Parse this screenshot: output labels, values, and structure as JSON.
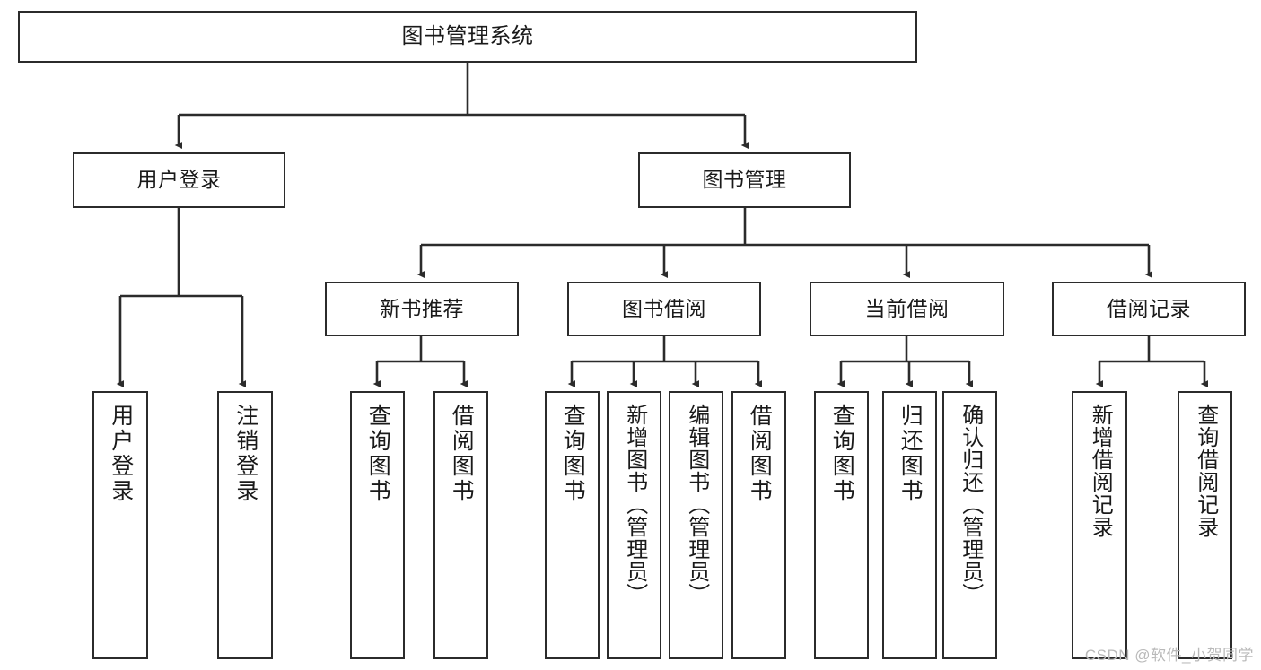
{
  "diagram": {
    "title": "图书管理系统",
    "type": "功能结构图",
    "line_color": "#2b2b2b",
    "box_fill": "#ffffff",
    "text_color": "#1a1a1a"
  },
  "root": {
    "label": "图书管理系统"
  },
  "level2": [
    {
      "label": "用户登录"
    },
    {
      "label": "图书管理"
    }
  ],
  "level3": [
    {
      "label": "新书推荐"
    },
    {
      "label": "图书借阅"
    },
    {
      "label": "当前借阅"
    },
    {
      "label": "借阅记录"
    }
  ],
  "leaves": {
    "user_login": [
      {
        "label": "用户登录"
      },
      {
        "label": "注销登录"
      }
    ],
    "new_book_recommend": [
      {
        "label": "查询图书"
      },
      {
        "label": "借阅图书"
      }
    ],
    "book_borrow": [
      {
        "label": "查询图书"
      },
      {
        "label": "新增图书（管理员）"
      },
      {
        "label": "编辑图书（管理员）"
      },
      {
        "label": "借阅图书"
      }
    ],
    "current_borrow": [
      {
        "label": "查询图书"
      },
      {
        "label": "归还图书"
      },
      {
        "label": "确认归还（管理员）"
      }
    ],
    "borrow_record": [
      {
        "label": "新增借阅记录"
      },
      {
        "label": "查询借阅记录"
      }
    ]
  },
  "watermark": {
    "text": "CSDN @软件_小贺同学"
  }
}
